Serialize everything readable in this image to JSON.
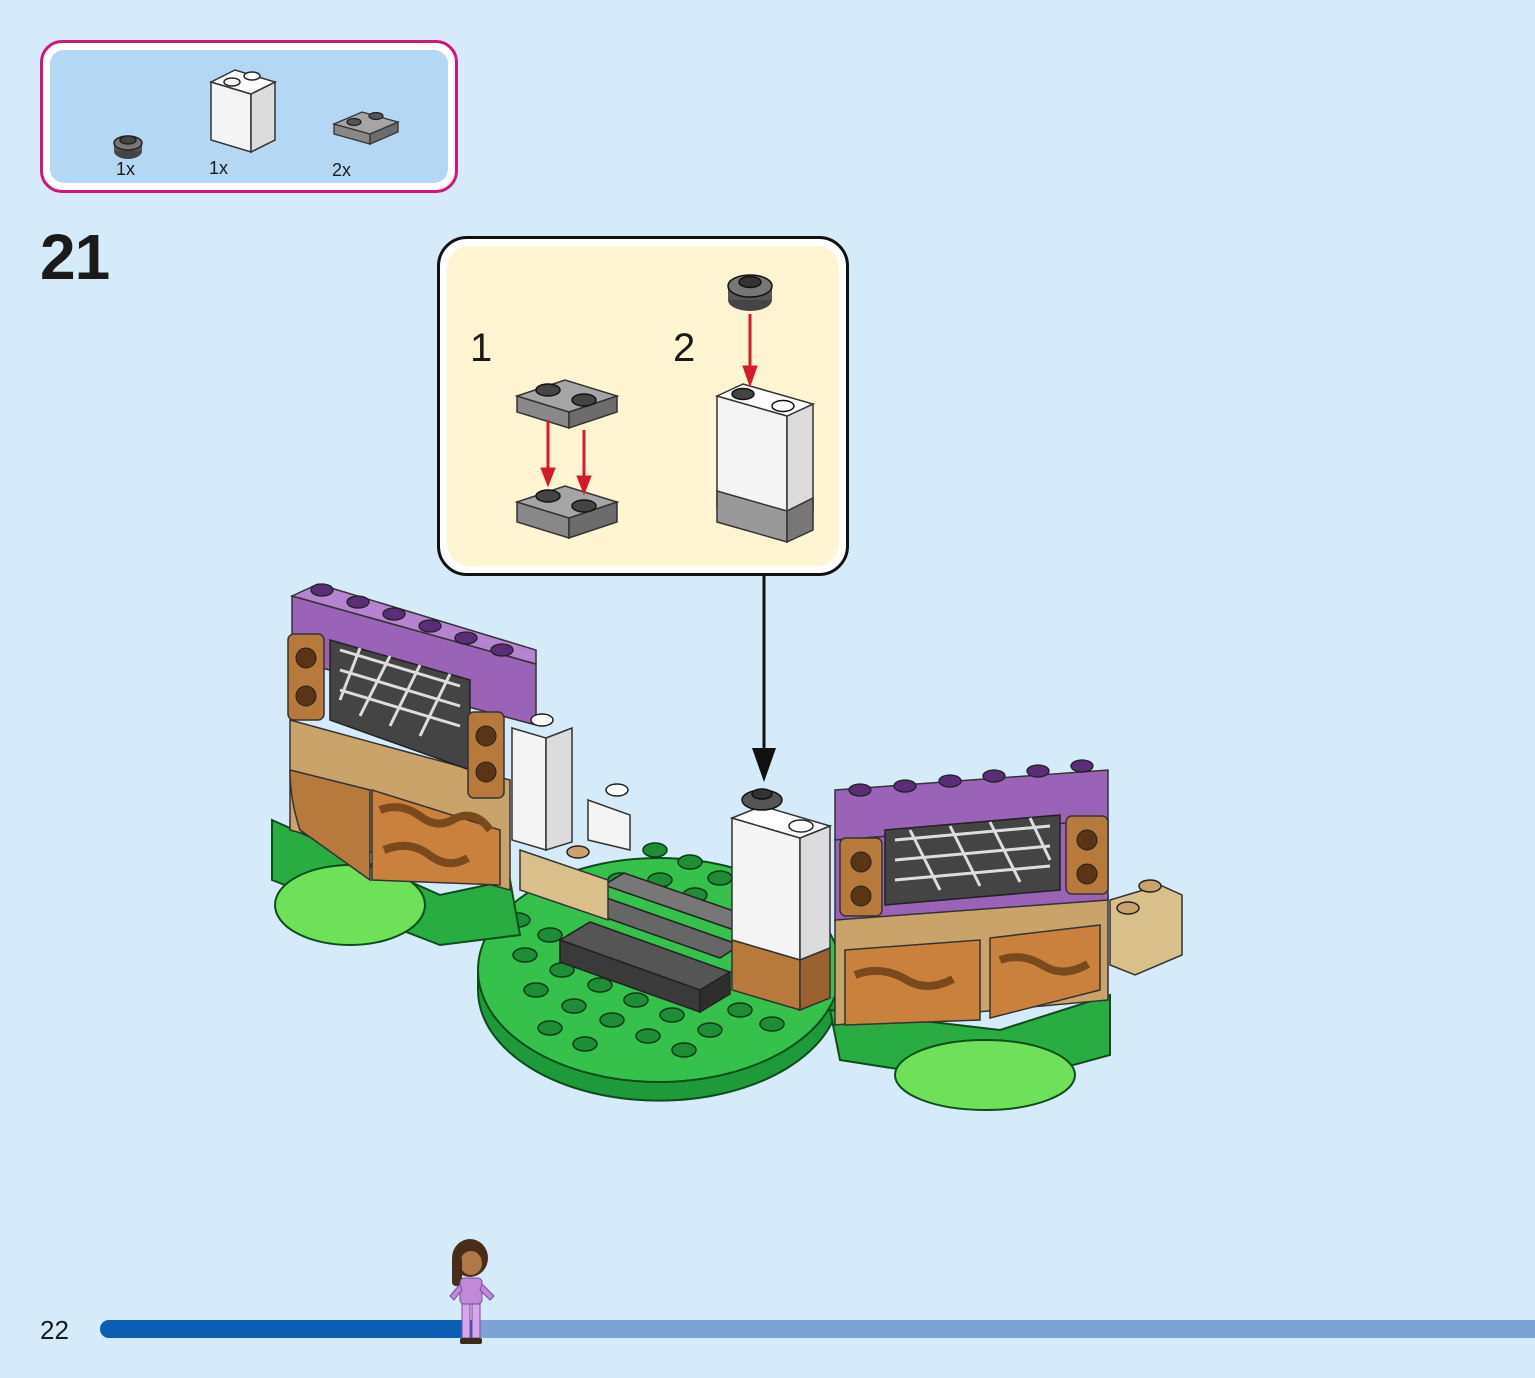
{
  "page": {
    "number": "22",
    "step_number": "21",
    "progress_fraction": 0.26
  },
  "parts_list": [
    {
      "name": "round-plate-1x1",
      "quantity": "1x",
      "color": "#555555"
    },
    {
      "name": "white-brick-1x2x2",
      "quantity": "1x",
      "color": "#ffffff"
    },
    {
      "name": "grey-plate-1x2",
      "quantity": "2x",
      "color": "#8c8c8c"
    }
  ],
  "callout": {
    "substep_1": "1",
    "substep_2": "2"
  },
  "colors": {
    "frame": "#d4147a",
    "background": "#d6ebfa",
    "callout_bg": "#fff5d2",
    "progress_fill": "#0d5fb3",
    "progress_track": "#7ca3d6",
    "arrow": "#d41b2c"
  }
}
